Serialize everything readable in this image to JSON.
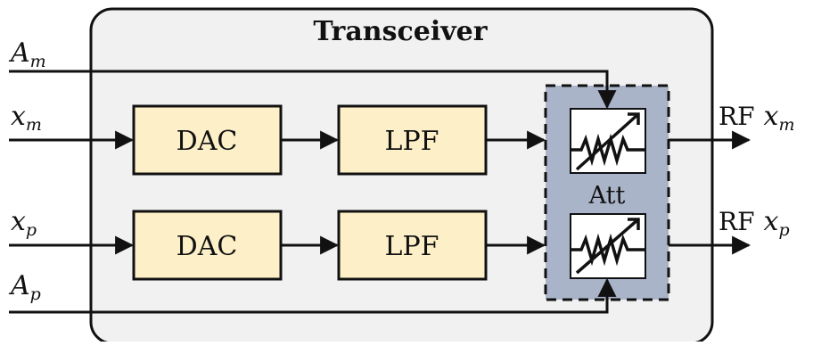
{
  "diagram": {
    "title": "Transceiver",
    "blocks": {
      "dac_top": "DAC",
      "dac_bottom": "DAC",
      "lpf_top": "LPF",
      "lpf_bottom": "LPF",
      "attenuator": "Att"
    },
    "inputs": {
      "a_m": {
        "base": "A",
        "sub": "m"
      },
      "x_m": {
        "base": "x",
        "sub": "m"
      },
      "x_p": {
        "base": "x",
        "sub": "p"
      },
      "a_p": {
        "base": "A",
        "sub": "p"
      }
    },
    "outputs": {
      "rf_top": {
        "prefix": "RF",
        "base": "x",
        "sub": "m"
      },
      "rf_bottom": {
        "prefix": "RF",
        "base": "x",
        "sub": "p"
      }
    },
    "colors": {
      "container_fill": "#f1f1f1",
      "block_fill": "#fdefc7",
      "attenuator_fill": "#aab4c9",
      "stroke": "#111111"
    }
  }
}
